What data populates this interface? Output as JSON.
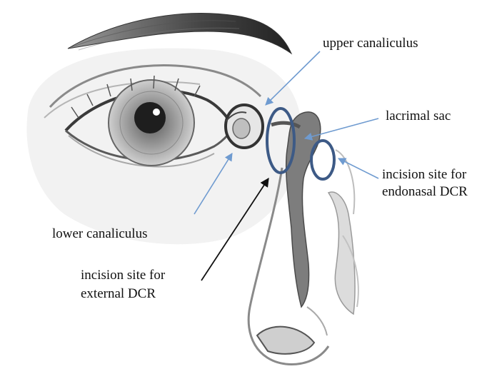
{
  "labels": {
    "upper_canaliculus": "upper canaliculus",
    "lacrimal_sac": "lacrimal sac",
    "endonasal_line1": "incision site for",
    "endonasal_line2": "endonasal DCR",
    "lower_canaliculus": "lower canaliculus",
    "external_line1": "incision site for",
    "external_line2": "external DCR"
  },
  "colors": {
    "pointer_arrow": "#6f9bd0",
    "incision_ellipse": "#3d5a86",
    "external_arrow": "#111111",
    "sketch_ink": "#5a5a5a"
  }
}
